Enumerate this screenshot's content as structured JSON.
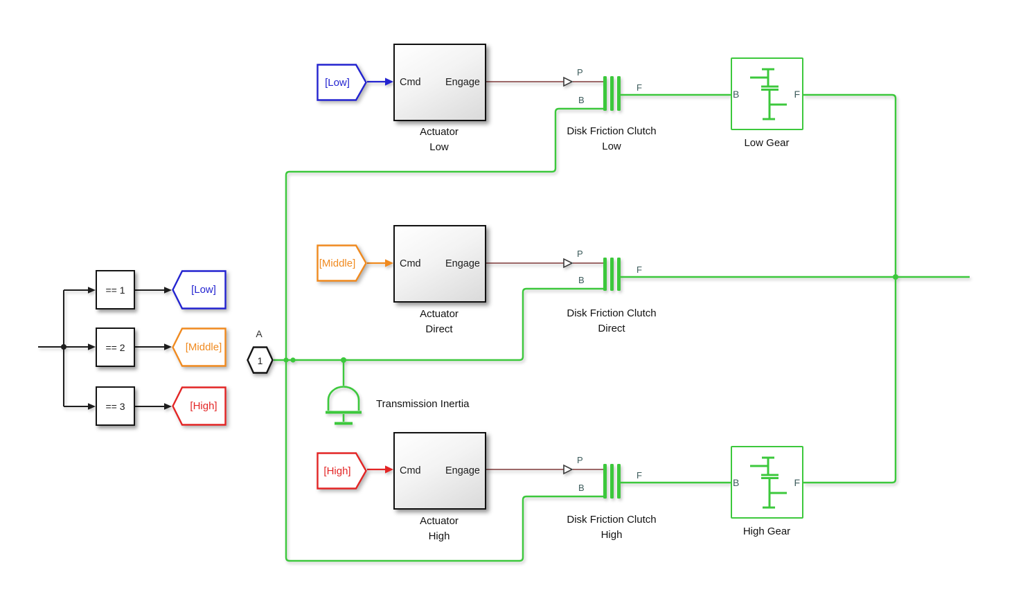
{
  "colors": {
    "physical_line": "#3cc83c",
    "engage_line": "#9c6868",
    "port_label": "#3c5b5b",
    "black_line": "#1d1d1d",
    "low": "#2323d0",
    "middle": "#f08a1f",
    "high": "#e32525"
  },
  "selector": {
    "compare_blocks": [
      {
        "label": "== 1"
      },
      {
        "label": "== 2"
      },
      {
        "label": "== 3"
      }
    ],
    "goto_tags": [
      {
        "label": "[Low]"
      },
      {
        "label": "[Middle]"
      },
      {
        "label": "[High]"
      }
    ]
  },
  "port_a": {
    "label": "A",
    "number": "1"
  },
  "inertia": {
    "label": "Transmission Inertia"
  },
  "rows": [
    {
      "from_tag": "[Low]",
      "actuator": {
        "input": "Cmd",
        "output": "Engage",
        "name": "Actuator\nLow"
      },
      "clutch": {
        "p": "P",
        "b": "B",
        "f": "F",
        "name": "Disk Friction Clutch\nLow"
      },
      "gear": {
        "b": "B",
        "f": "F",
        "name": "Low Gear"
      }
    },
    {
      "from_tag": "[Middle]",
      "actuator": {
        "input": "Cmd",
        "output": "Engage",
        "name": "Actuator\nDirect"
      },
      "clutch": {
        "p": "P",
        "b": "B",
        "f": "F",
        "name": "Disk Friction Clutch\nDirect"
      }
    },
    {
      "from_tag": "[High]",
      "actuator": {
        "input": "Cmd",
        "output": "Engage",
        "name": "Actuator\nHigh"
      },
      "clutch": {
        "p": "P",
        "b": "B",
        "f": "F",
        "name": "Disk Friction Clutch\nHigh"
      },
      "gear": {
        "b": "B",
        "f": "F",
        "name": "High Gear"
      }
    }
  ]
}
